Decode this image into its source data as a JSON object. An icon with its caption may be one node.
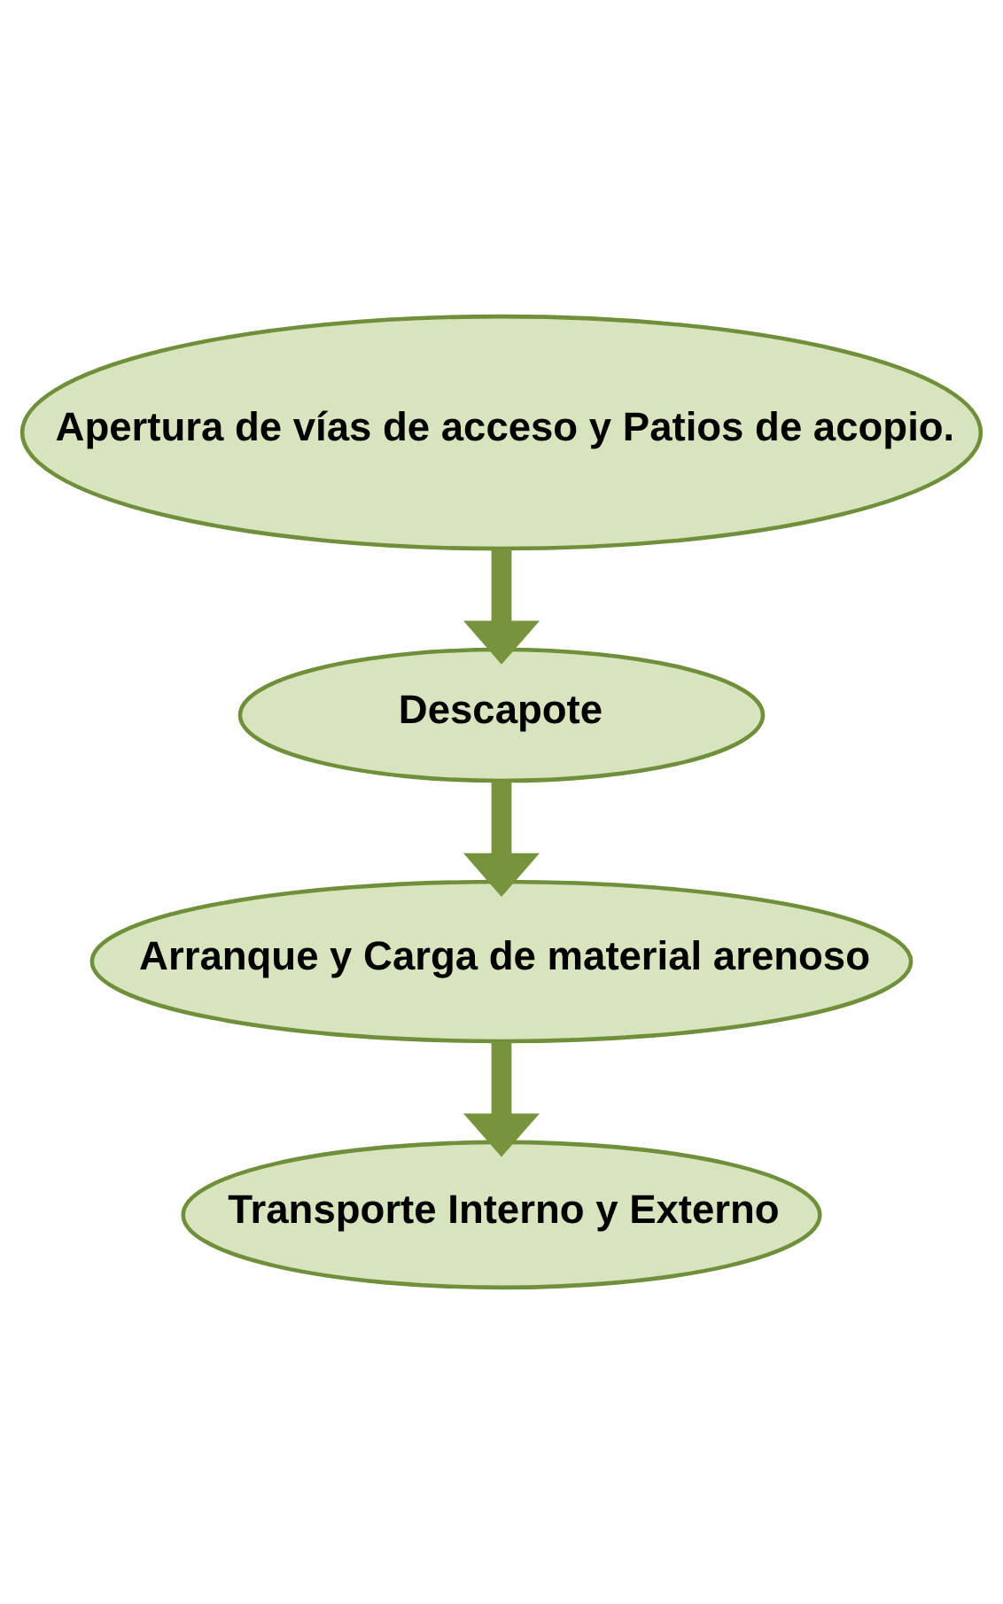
{
  "diagram": {
    "nodes": [
      {
        "text": [
          "Apertura de vías de acceso y Patios de acopio."
        ]
      },
      {
        "text": [
          "Descapote"
        ]
      },
      {
        "text": [
          "Arranque y Carga de material arenoso"
        ]
      },
      {
        "text": [
          "Transporte Interno y Externo"
        ]
      }
    ],
    "edges": [
      {
        "from": 0,
        "to": 1,
        "arrow": "to"
      },
      {
        "from": 1,
        "to": 2,
        "arrow": "to"
      },
      {
        "from": 2,
        "to": 3,
        "arrow": "to"
      }
    ]
  }
}
